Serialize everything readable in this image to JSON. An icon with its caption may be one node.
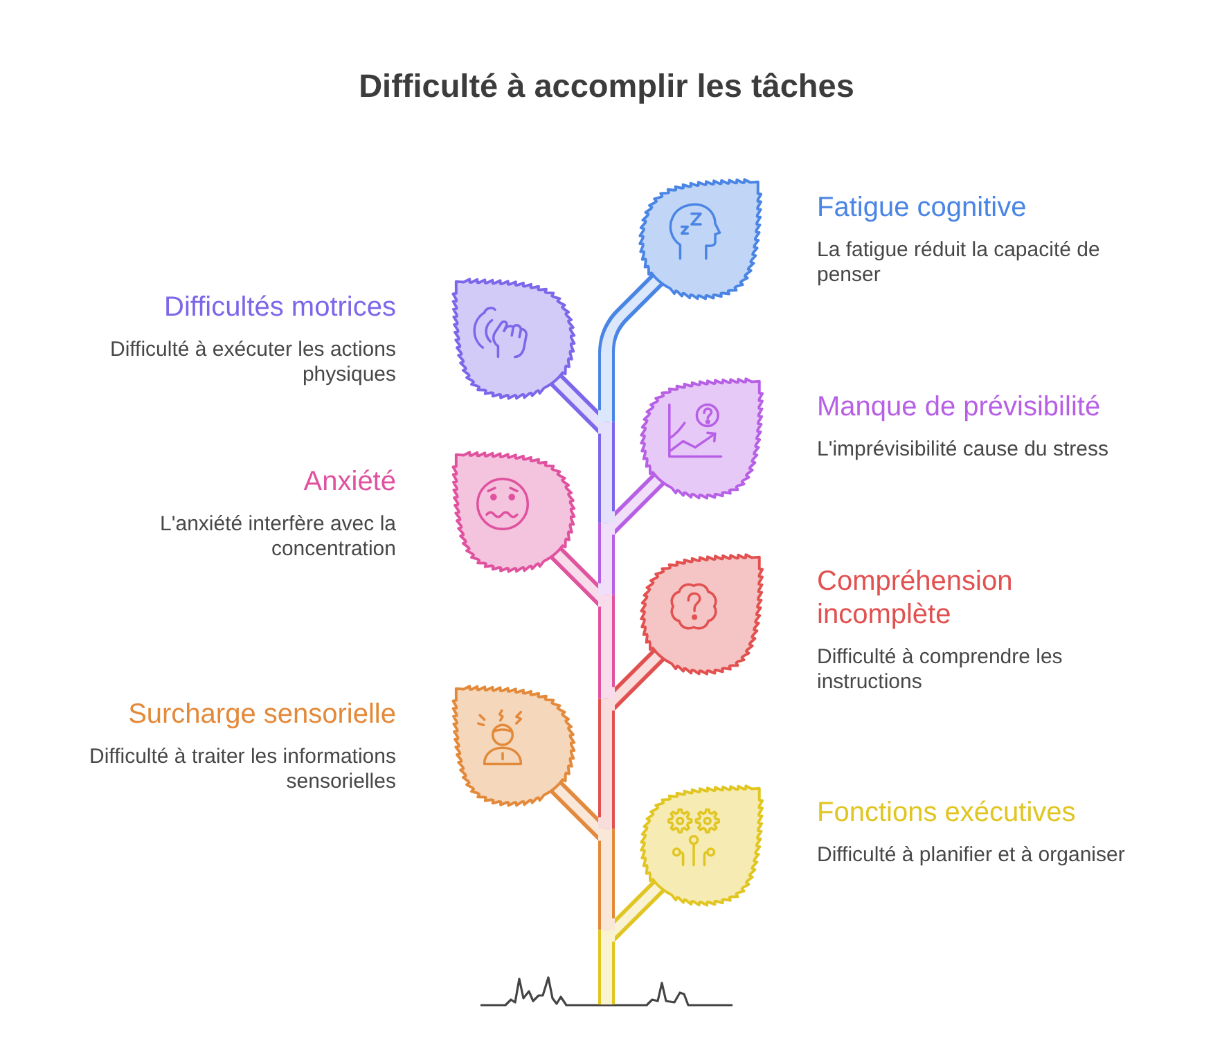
{
  "diagram": {
    "title": "Difficulté à accomplir les tâches",
    "nodes": [
      {
        "text": [],
        "shape": "leaf",
        "beside": [
          "Fatigue cognitive",
          "La fatigue réduit la capacité de penser"
        ]
      },
      {
        "text": [],
        "shape": "leaf",
        "beside": [
          "Difficultés motrices",
          "Difficulté à exécuter les actions physiques"
        ]
      },
      {
        "text": [],
        "shape": "leaf",
        "beside": [
          "Manque de prévisibilité",
          "L'imprévisibilité cause du stress"
        ]
      },
      {
        "text": [],
        "shape": "leaf",
        "beside": [
          "Anxiété",
          "L'anxiété interfère avec la concentration"
        ]
      },
      {
        "text": [],
        "shape": "leaf",
        "beside": [
          "Compréhension incomplète",
          "Difficulté à comprendre les instructions"
        ]
      },
      {
        "text": [],
        "shape": "leaf",
        "beside": [
          "Surcharge sensorielle",
          "Difficulté à traiter les informations sensorielles"
        ]
      },
      {
        "text": [],
        "shape": "leaf",
        "beside": [
          "Fonctions exécutives",
          "Difficulté à planifier et à organiser"
        ]
      },
      {
        "text": [],
        "shape": "stem"
      }
    ],
    "edges": [
      {
        "from": 7,
        "to": 0,
        "arrow": "none",
        "color": "#4a85e5"
      },
      {
        "from": 7,
        "to": 1,
        "arrow": "none",
        "color": "#7c66ea"
      },
      {
        "from": 7,
        "to": 2,
        "arrow": "none",
        "color": "#b760e6"
      },
      {
        "from": 7,
        "to": 3,
        "arrow": "none",
        "color": "#e0529f"
      },
      {
        "from": 7,
        "to": 4,
        "arrow": "none",
        "color": "#e25050"
      },
      {
        "from": 7,
        "to": 5,
        "arrow": "none",
        "color": "#e3893a"
      },
      {
        "from": 7,
        "to": 6,
        "arrow": "none",
        "color": "#e1c520"
      }
    ]
  }
}
